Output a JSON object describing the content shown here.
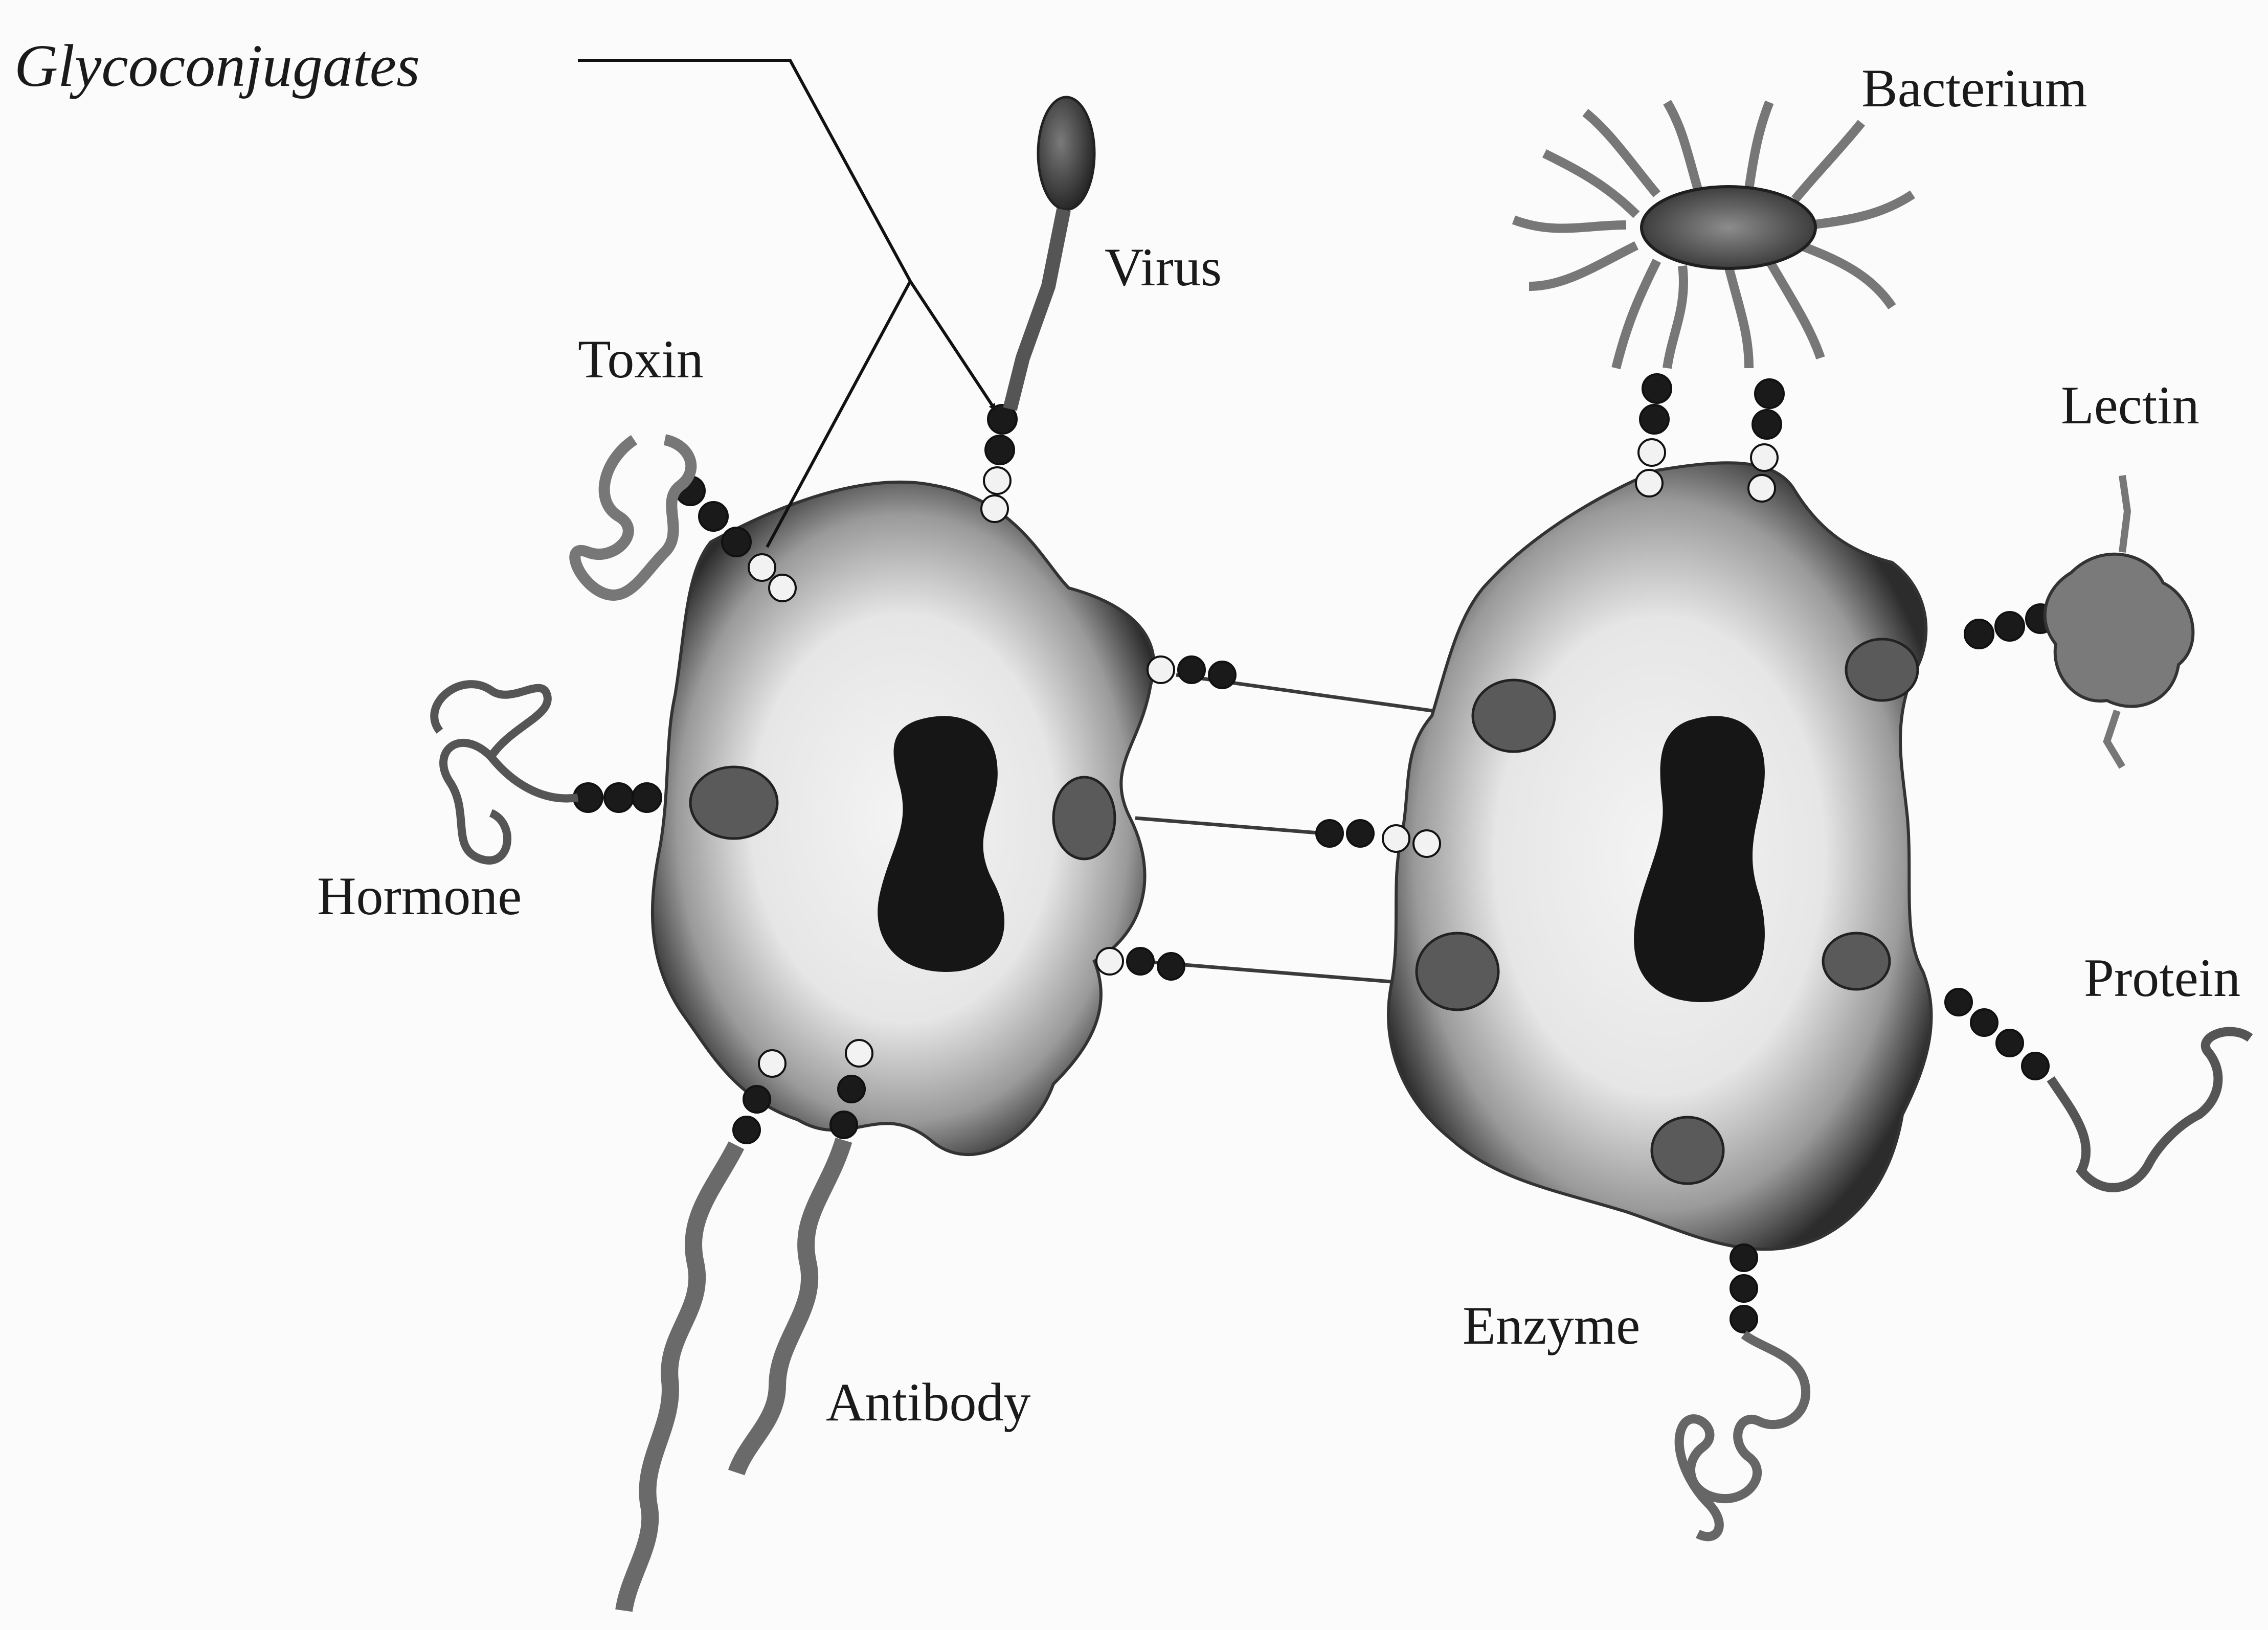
{
  "labels": {
    "glycoconjugates": "Glycoconjugates",
    "virus": "Virus",
    "bacterium": "Bacterium",
    "toxin": "Toxin",
    "lectin": "Lectin",
    "hormone": "Hormone",
    "protein": "Protein",
    "enzyme": "Enzyme",
    "antibody": "Antibody"
  },
  "colors": {
    "background": "#fbfbfb",
    "cell_fill": "#e9e9e9",
    "cell_edge": "#2a2a2a",
    "nucleus": "#151515",
    "text": "#1a1a1a"
  }
}
